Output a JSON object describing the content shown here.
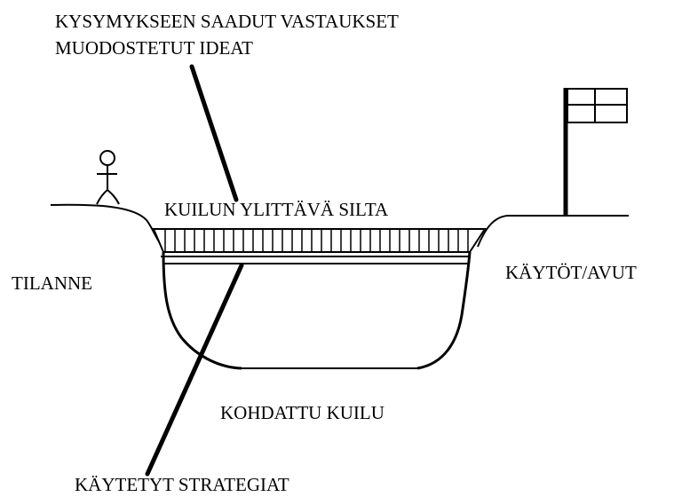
{
  "labels": {
    "answers": "KYSYMYKSEEN SAADUT VASTAUKSET",
    "ideas": "MUODOSTETUT IDEAT",
    "bridge": "KUILUN YLITTÄVÄ SILTA",
    "situation": "TILANNE",
    "uses": "KÄYTÖT/AVUT",
    "gap": "KOHDATTU KUILU",
    "strategies": "KÄYTETYT STRATEGIAT"
  },
  "colors": {
    "ink": "#000000",
    "background": "#ffffff"
  }
}
